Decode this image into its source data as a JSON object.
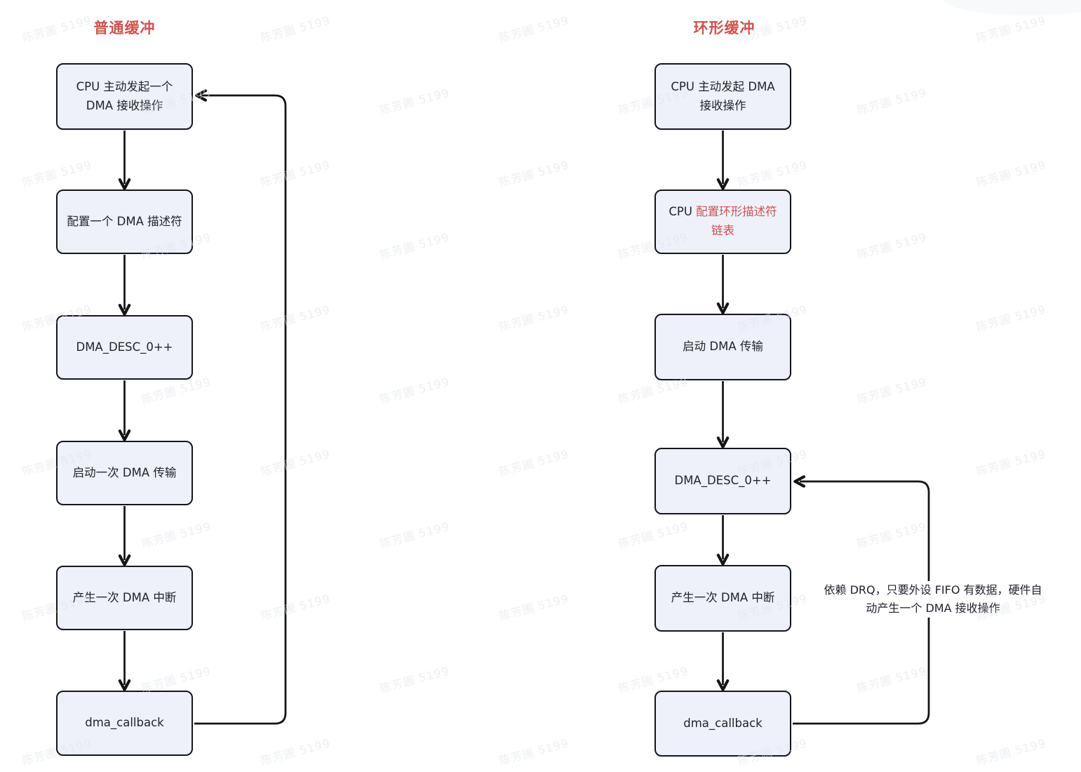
{
  "watermark": {
    "text": "陈芳圃 5199"
  },
  "colors": {
    "accent_red": "#cc5350",
    "box_fill": "#eef1fa",
    "box_border": "#15151d",
    "line": "#141414",
    "text": "#22222e",
    "watermark": "#dfe3ea"
  },
  "left_flow": {
    "title": "普通缓冲",
    "boxes": [
      {
        "label": "CPU 主动发起一个 DMA 接收操作"
      },
      {
        "label": "配置一个 DMA 描述符"
      },
      {
        "label": "DMA_DESC_0++"
      },
      {
        "label": "启动一次 DMA 传输"
      },
      {
        "label": "产生一次 DMA 中断"
      },
      {
        "label": "dma_callback"
      }
    ]
  },
  "right_flow": {
    "title": "环形缓冲",
    "boxes": [
      {
        "label": "CPU 主动发起 DMA 接收操作"
      },
      {
        "label_prefix": "CPU ",
        "label_highlight": "配置环形描述符链表"
      },
      {
        "label": "启动 DMA 传输"
      },
      {
        "label": "DMA_DESC_0++"
      },
      {
        "label": "产生一次 DMA 中断"
      },
      {
        "label": "dma_callback"
      }
    ],
    "annotation": "依赖 DRQ，只要外设 FIFO 有数据，硬件自动产生一个 DMA 接收操作",
    "annotation_lines": [
      "依赖 DRQ，只要外设 FIFO 有数据，硬件自",
      "动产生一个 DMA 接收操作"
    ]
  }
}
